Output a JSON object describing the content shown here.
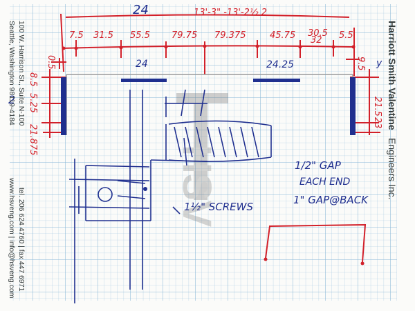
{
  "colors": {
    "grid": "#9fc6df",
    "ink_red": "#d2202a",
    "ink_blue": "#1f2f8f",
    "print": "#333a3a"
  },
  "company": {
    "name_line1": "Harriott Smith Valentine",
    "name_line2": "Engineers Inc.",
    "address1": "100 W. Harrison St., Suite N-100",
    "address2": "Seattle, Washington 98119-4184",
    "phone": "tel. 206 624 4760 | fax 447 6971",
    "web": "www.hsveng.com | info@hsveng.com"
  },
  "sketch": {
    "top_left_label": "24",
    "overall_dim": "13'-3\" -13'-2½ 2",
    "dims": [
      "7.5",
      "31.5",
      "55.5",
      "79.75",
      "79.375",
      "45.75",
      "30.5",
      "32",
      "5.5"
    ],
    "left_side_dims": [
      "0.5",
      "8.5",
      "5.25",
      "21.875"
    ],
    "right_side_dims": [
      "9.5",
      "21.5",
      "23"
    ],
    "blue_dim_left": "24",
    "blue_dim_right": "24.25",
    "left_margin_label": "2",
    "right_margin_label": "y",
    "note_gap": "1/2\" GAP",
    "note_each": "EACH END",
    "note_back": "1\" GAP@BACK",
    "note_screws": "1½\" SCREWS",
    "watermark": "HSV"
  }
}
